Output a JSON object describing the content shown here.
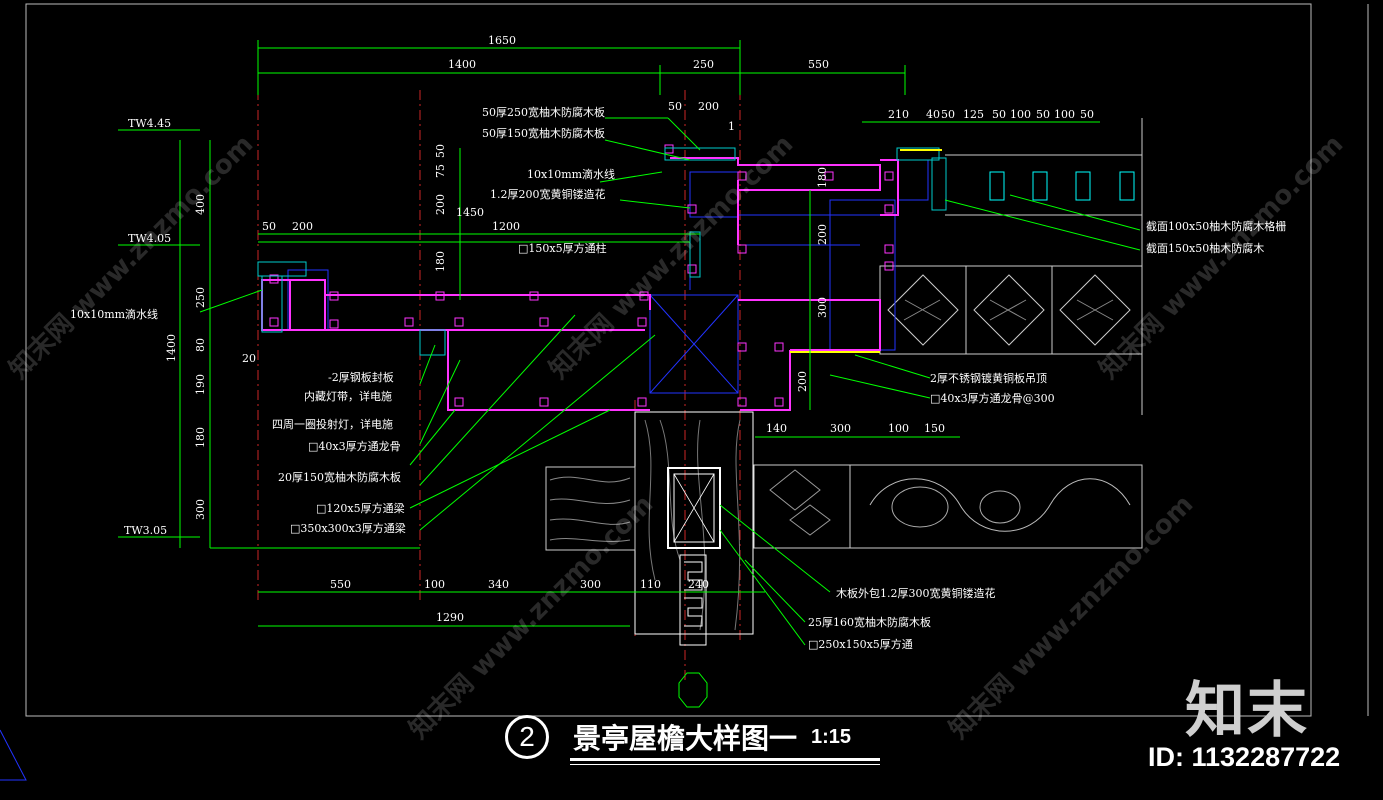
{
  "drawing": {
    "title_number": "2",
    "title": "景亭屋檐大样图一",
    "scale": "1:15"
  },
  "dimensions_top": [
    "1650",
    "1400",
    "250",
    "550",
    "50",
    "200",
    "1"
  ],
  "dimensions_right_top": [
    "210",
    "40",
    "50",
    "125",
    "50",
    "100",
    "50",
    "100",
    "50"
  ],
  "dimensions_inner": [
    "50",
    "200",
    "1200",
    "1450",
    "75",
    "50",
    "200",
    "180",
    "180",
    "200",
    "300",
    "200",
    "20"
  ],
  "dimensions_left": [
    "400",
    "250",
    "1400",
    "80",
    "190",
    "180",
    "300"
  ],
  "levels": [
    "TW4.45",
    "TW4.05",
    "TW3.05"
  ],
  "dimensions_bottom": [
    "550",
    "100",
    "340",
    "300",
    "110",
    "240",
    "1290"
  ],
  "dimensions_right_mid": [
    "140",
    "300",
    "100",
    "150"
  ],
  "labels_top": [
    "50厚250宽柚木防腐木板",
    "50厚150宽柚木防腐木板",
    "10x10mm滴水线",
    "1.2厚200宽黄铜镂造花",
    "□150x5厚方通柱"
  ],
  "labels_left": [
    "10x10mm滴水线",
    "-2厚钢板封板",
    "内藏灯带，详电施",
    "四周一圈投射灯，详电施",
    "□40x3厚方通龙骨",
    "20厚150宽柚木防腐木板",
    "□120x5厚方通梁",
    "□350x300x3厚方通梁"
  ],
  "labels_right": [
    "截面100x50柚木防腐木格栅",
    "截面150x50柚木防腐木",
    "2厚不锈钢镀黄铜板吊顶",
    "□40x3厚方通龙骨@300"
  ],
  "labels_bottom": [
    "木板外包1.2厚300宽黄铜镂造花",
    "25厚160宽柚木防腐木板",
    "□250x150x5厚方通"
  ],
  "watermark": {
    "text": "知末网 www.znzmo.com",
    "brand": "知末",
    "id_text": "ID: 1132287722"
  },
  "colors": {
    "background": "#000000",
    "dimension": "#00ff00",
    "outline": "#ff00ff",
    "section": "#0000ff",
    "axis": "#ff0000",
    "yellow": "#ffff00",
    "white": "#ffffff"
  }
}
